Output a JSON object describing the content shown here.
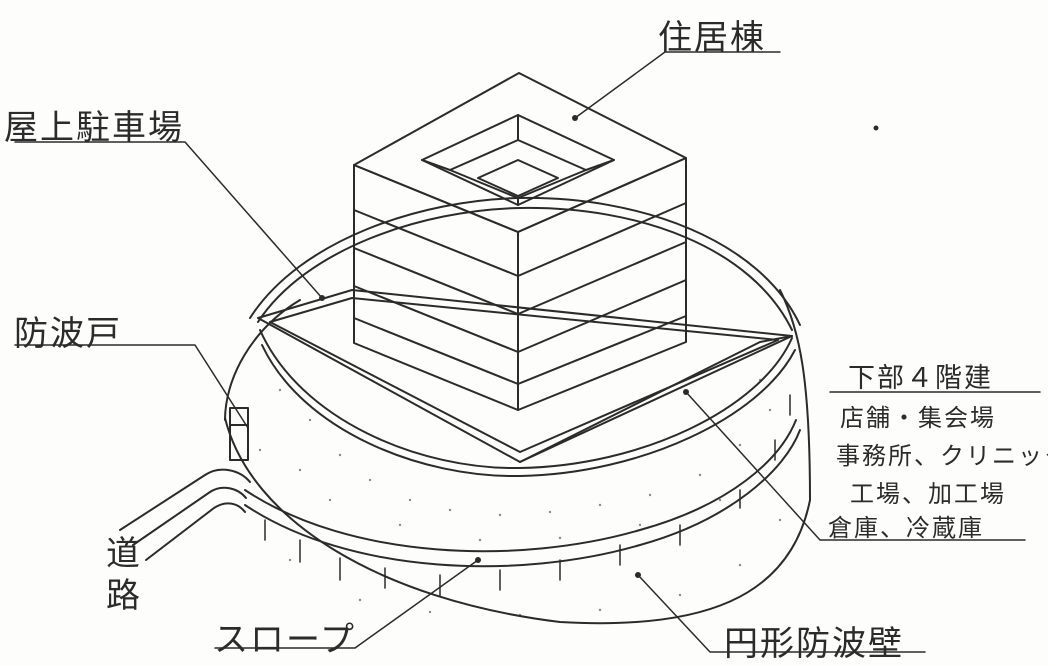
{
  "labels": {
    "residential_tower": "住居棟",
    "rooftop_parking": "屋上駐車場",
    "floodgate": "防波戸",
    "lower_floors": {
      "line1": "下部４階建",
      "line2": "店舗・集会場",
      "line3": "事務所、クリニック",
      "line4": "工場、加工場",
      "line5": "倉庫、冷蔵庫"
    },
    "road": {
      "char1": "道",
      "char2": "路"
    },
    "slope": "スロープ",
    "circular_seawall": "円形防波壁"
  },
  "colors": {
    "ink": "#2b2b2b",
    "paper": "#fdfdfc"
  }
}
